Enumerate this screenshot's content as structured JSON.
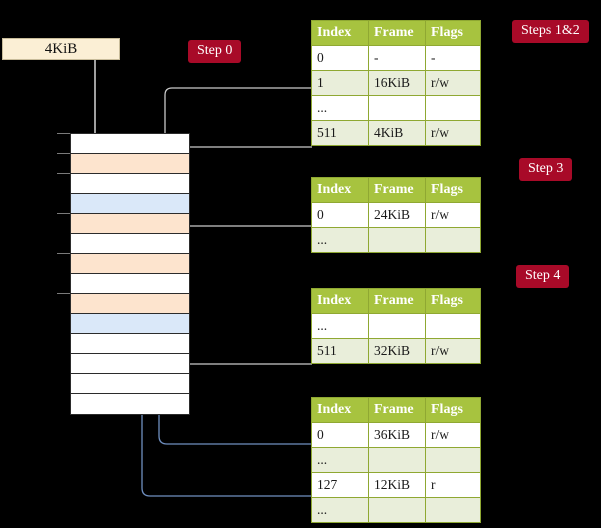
{
  "diagram": {
    "title_hidden": "",
    "source_box": {
      "label": "4KiB"
    },
    "badges": [
      {
        "name": "step-0",
        "label": "Step 0"
      },
      {
        "name": "steps-1-2",
        "label": "Steps 1&2"
      },
      {
        "name": "step-3",
        "label": "Step 3"
      },
      {
        "name": "step-4",
        "label": "Step 4"
      }
    ],
    "columns": [
      "Index",
      "Frame",
      "Flags"
    ],
    "tables": [
      {
        "name": "page-table-level-4",
        "rows": [
          {
            "index": "0",
            "frame": "-",
            "flags": "-",
            "style": "plain",
            "highlight": false
          },
          {
            "index": "1",
            "frame": "16KiB",
            "flags": "r/w",
            "style": "alt",
            "highlight": false
          },
          {
            "index": "...",
            "frame": "",
            "flags": "",
            "style": "plain",
            "highlight": false
          },
          {
            "index": "511",
            "frame": "4KiB",
            "flags": "r/w",
            "style": "alt",
            "highlight": true
          }
        ]
      },
      {
        "name": "page-table-level-3",
        "rows": [
          {
            "index": "0",
            "frame": "24KiB",
            "flags": "r/w",
            "style": "plain",
            "highlight": false
          },
          {
            "index": "...",
            "frame": "",
            "flags": "",
            "style": "alt",
            "highlight": false
          }
        ]
      },
      {
        "name": "page-table-level-2",
        "rows": [
          {
            "index": "...",
            "frame": "",
            "flags": "",
            "style": "plain",
            "highlight": false
          },
          {
            "index": "511",
            "frame": "32KiB",
            "flags": "r/w",
            "style": "alt",
            "highlight": false
          }
        ]
      },
      {
        "name": "page-table-level-1",
        "rows": [
          {
            "index": "0",
            "frame": "36KiB",
            "flags": "r/w",
            "style": "plain",
            "highlight": false
          },
          {
            "index": "...",
            "frame": "",
            "flags": "",
            "style": "alt",
            "highlight": false
          },
          {
            "index": "127",
            "frame": "12KiB",
            "flags": "r",
            "style": "plain",
            "highlight": false
          },
          {
            "index": "...",
            "frame": "",
            "flags": "",
            "style": "alt",
            "highlight": false
          }
        ]
      }
    ],
    "memory_blocks": [
      {
        "name": "memory-block-0",
        "fill": "white"
      },
      {
        "name": "memory-block-1",
        "fill": "orange"
      },
      {
        "name": "memory-block-2",
        "fill": "white"
      },
      {
        "name": "memory-block-3",
        "fill": "blue"
      },
      {
        "name": "memory-block-4",
        "fill": "orange"
      },
      {
        "name": "memory-block-5",
        "fill": "white"
      },
      {
        "name": "memory-block-6",
        "fill": "orange"
      },
      {
        "name": "memory-block-7",
        "fill": "white"
      },
      {
        "name": "memory-block-8",
        "fill": "orange"
      },
      {
        "name": "memory-block-9",
        "fill": "blue"
      },
      {
        "name": "memory-block-10",
        "fill": "white"
      },
      {
        "name": "memory-block-11",
        "fill": "white"
      },
      {
        "name": "memory-block-12",
        "fill": "white"
      },
      {
        "name": "memory-block-13",
        "fill": "white"
      }
    ],
    "colors": {
      "background": "#000000",
      "badge": "#A80A28",
      "table_header": "#A7C33F",
      "table_alt_row": "#E9EEDA",
      "highlight": "#FAF7A0",
      "source_box": "#FBEFD5",
      "memory_orange": "#FDE4CE",
      "memory_blue": "#DAE8F9",
      "wire_gray": "#B9B9B9",
      "wire_blue": "#6F8FC0"
    }
  }
}
